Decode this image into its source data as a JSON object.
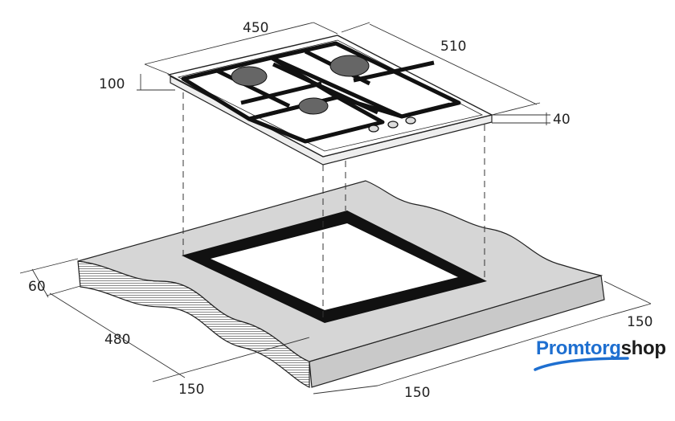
{
  "dimensions": {
    "hob_width": "450",
    "hob_depth": "510",
    "top_clearance": "100",
    "hob_height": "40",
    "worktop_thickness": "60",
    "cutout_depth": "480",
    "front_margin_left": "150",
    "front_margin_right": "150",
    "side_margin": "150"
  },
  "logo": {
    "part1": "Promtorg",
    "part2": "shop"
  },
  "colors": {
    "worktop": "#d4d4d4",
    "cutout": "#111111",
    "brand_blue": "#1e6fd0"
  }
}
